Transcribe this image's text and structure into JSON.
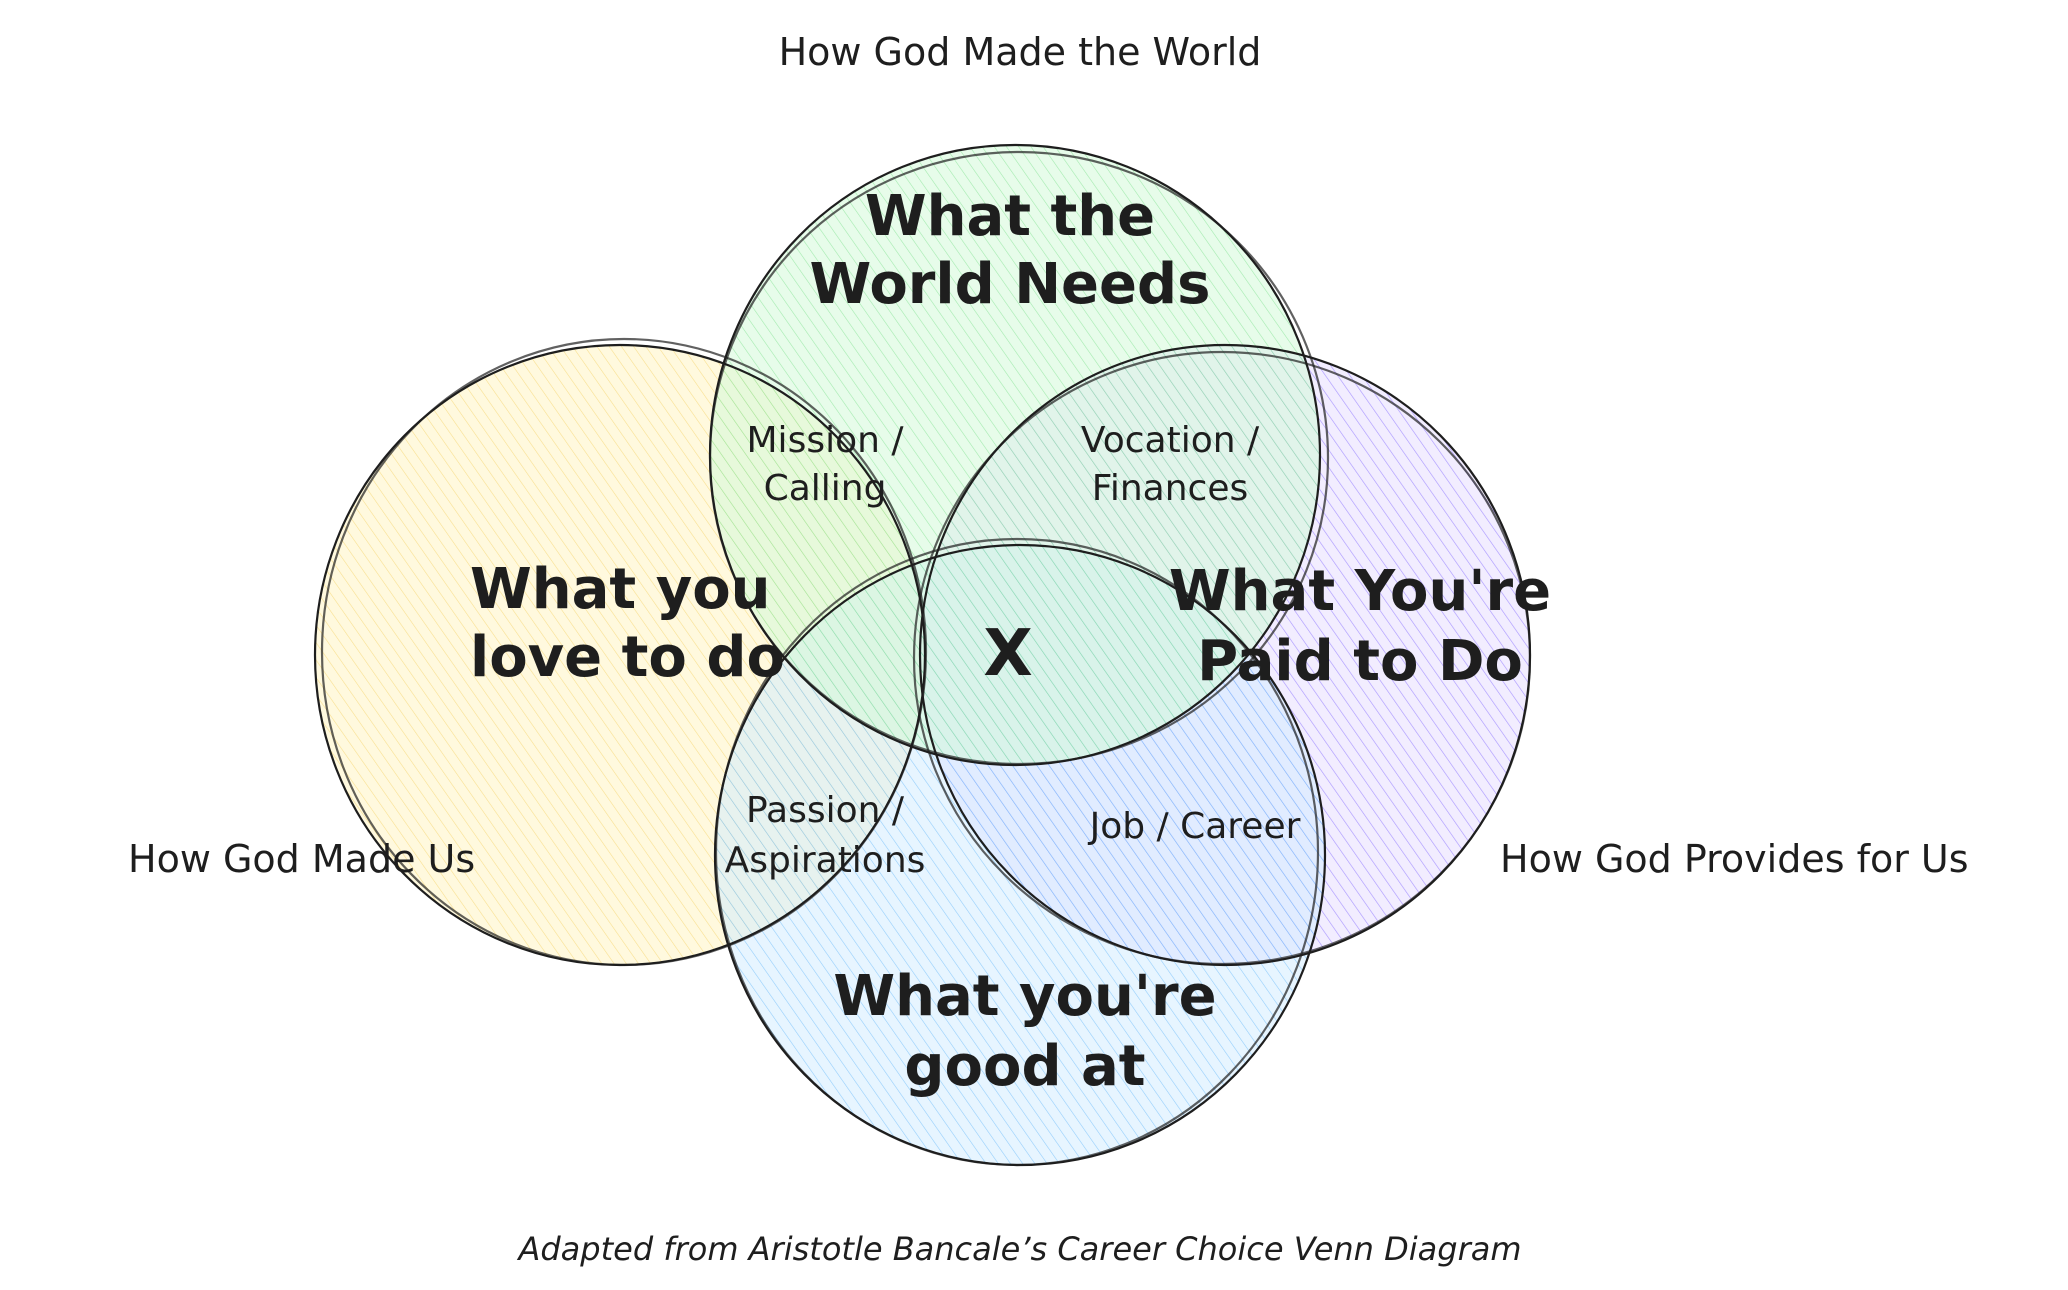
{
  "title": "How God Made the World",
  "side_left": "How God Made Us",
  "side_right": "How God Provides for Us",
  "caption": "Adapted from Aristotle Bancale’s Career Choice Venn Diagram",
  "circles": {
    "top": {
      "lines": [
        "What the",
        "World Needs"
      ],
      "color": "#b2f2bb",
      "hatch": "#40c057"
    },
    "left": {
      "lines": [
        "What you",
        "love to do"
      ],
      "color": "#ffec99",
      "hatch": "#fab005"
    },
    "right": {
      "lines": [
        "What You're",
        "Paid to Do"
      ],
      "color": "#d0bfff",
      "hatch": "#5f3dc4"
    },
    "bottom": {
      "lines": [
        "What you're",
        "good at"
      ],
      "color": "#a5d8ff",
      "hatch": "#1971c2"
    }
  },
  "overlaps": {
    "mission": [
      "Mission /",
      "Calling"
    ],
    "vocation": [
      "Vocation /",
      "Finances"
    ],
    "passion": [
      "Passion /",
      "Aspirations"
    ],
    "job": [
      "Job / Career"
    ]
  },
  "center": "X"
}
